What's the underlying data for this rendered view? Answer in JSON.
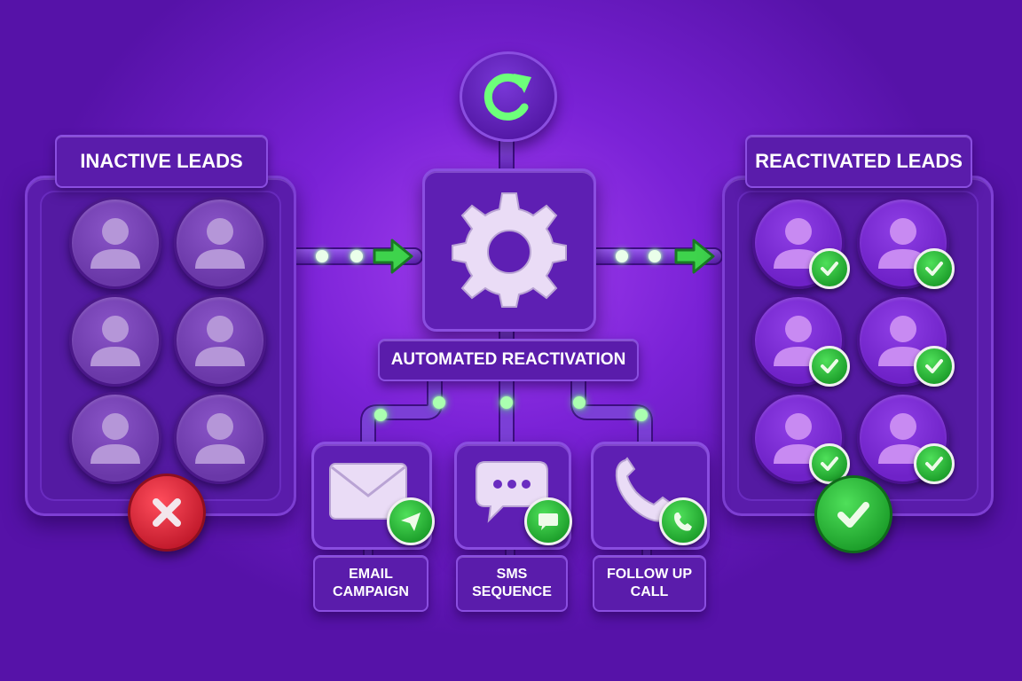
{
  "inactive_panel": {
    "title": "INACTIVE LEADS",
    "lead_count": 6,
    "status_icon": "x-icon",
    "status_color": "#d8273a"
  },
  "reactivated_panel": {
    "title": "REACTIVATED LEADS",
    "lead_count": 6,
    "status_icon": "check-icon",
    "status_color": "#27b536"
  },
  "engine": {
    "label": "AUTOMATED REACTIVATION",
    "icon": "gear-icon",
    "top_icon": "refresh-icon"
  },
  "channels": [
    {
      "icon": "envelope-icon",
      "badge_icon": "send-icon",
      "line1": "EMAIL",
      "line2": "CAMPAIGN"
    },
    {
      "icon": "chat-bubble-icon",
      "badge_icon": "chat-icon",
      "line1": "SMS",
      "line2": "SEQUENCE"
    },
    {
      "icon": "phone-icon",
      "badge_icon": "phone-call-icon",
      "line1": "FOLLOW UP",
      "line2": "CALL"
    }
  ],
  "colors": {
    "background": "#7a22d6",
    "panel": "#5a1cab",
    "accent_green": "#3fd34e",
    "accent_red": "#d8273a"
  }
}
